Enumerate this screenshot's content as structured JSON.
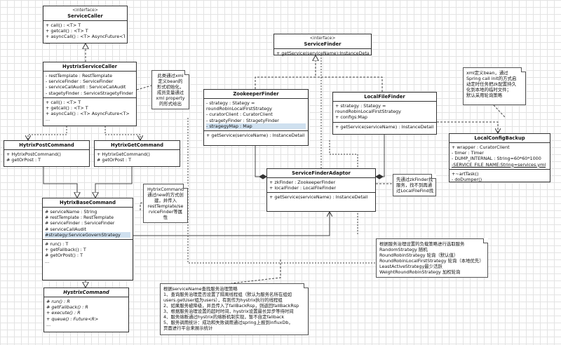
{
  "service_caller": {
    "stereotype": "<interface>",
    "name": "ServiceCaller",
    "methods": [
      "+ call() : <T> T",
      "+ getcall() : <T> T",
      "+ asyncCall() : <T> AsyncFuture<T>"
    ],
    "extra": "..."
  },
  "hystrix_service_caller": {
    "name": "HystrixServiceCaller",
    "fields": [
      "- restTemplate : RestTemplate",
      "- serviceFinder : ServiceFinder",
      "- serviceCallAudit : ServiceCallAudit",
      "- stagetyFinder : ServiceStragetyFinder"
    ],
    "methods": [
      "+ call() : <T> T",
      "+ getcall() : <T> T",
      "+ asyncCall() : <T> AsyncFuture<T>"
    ],
    "extra": "..."
  },
  "hystrix_post_command": {
    "name": "HytrixPostCommand",
    "methods": [
      "+ HytrixPostCommand()",
      "# getOrPost : T"
    ]
  },
  "hystrix_get_command": {
    "name": "HytrixGetCommand",
    "methods": [
      "+ HytrixGetCommand()",
      "# getOrPost : T"
    ]
  },
  "hystrix_base_command": {
    "name": "HytrixBaseCommand",
    "fields": [
      "# serviceName : String",
      "# restTemplate : RestTemplate",
      "# serviceFinder : ServiceFinder",
      "# serviceCallAudit",
      "#strategy:ServiceGovernStrategy"
    ],
    "methods": [
      "# run() : T",
      "+ getFallback() : T",
      "# getOrPost() : T"
    ],
    "extra": "..."
  },
  "hystrix_command": {
    "name": "HystrixCommand",
    "methods": [
      "# run() : R",
      "# getFallback() : R",
      "+ execute() : R",
      "+ queue() : Future<R>"
    ],
    "extra": "..."
  },
  "service_finder": {
    "stereotype": "<interface>",
    "name": "ServiceFinder",
    "methods": [
      "+ getService(serviceName):InstanceDetail"
    ]
  },
  "zookeeper_finder": {
    "name": "ZookeeperFinder",
    "fields": [
      "- strategy : Stategy =",
      "roundRobinLocalFirstStrategy",
      "- curatorClient : CuratorClient",
      "- stragetyFinder : StragetyFinder",
      "- stragegyMap : Map"
    ],
    "methods": [
      "+ getService(serviceName) : InstanceDetail"
    ]
  },
  "local_file_finder": {
    "name": "LocalFileFinder",
    "fields": [
      "+ strategy : Stategy =",
      "roundRobinLocalFirstStrategy",
      "+ configs:Map"
    ],
    "methods": [
      "+ getService(serviceName) : InstanceDetail"
    ]
  },
  "local_config_backup": {
    "name": "LocalConfigBackup",
    "fields": [
      "+ wrapper : CuratorClient",
      "- timer : Timer",
      "- DUMP_INTERNAL : String=60*60*1000",
      "-SERVICE_FILE_NAME:String=services.yml"
    ],
    "methods": [
      "+~artTask()",
      "- doDumper()"
    ]
  },
  "service_finder_adaptor": {
    "name": "ServiceFinderAdaptor",
    "fields": [
      "+ zkFinder : ZookeeperFinder",
      "+ localFinder : LocalFileFinder"
    ],
    "methods": [
      "+ getService(serviceName) : InstanceDetail"
    ]
  },
  "notes": {
    "xml_injection": [
      "此类通过xml",
      "定义bean的",
      "形式初始化，",
      "成员变量通过",
      "xml property",
      "的形式给出"
    ],
    "command_new": [
      "HytrixCommand",
      "通过new的方式创",
      "建，并传入",
      "restTemplate/se",
      "rviceFinder等属",
      "性"
    ],
    "xml_bean": [
      "xml定义bean，通过",
      "Spring call init的方式启",
      "动定时任务把zk配置持久",
      "化到本地的临时文件；",
      "默认采用轮询策略"
    ],
    "zk_first": [
      "先通过zkFinder找",
      "服务，找不到再通",
      "过LocalFileFind找"
    ],
    "strategy": [
      "根据服务治理设置的负载策略进行选取服务",
      "RandomStrategy  随机",
      "RoundRobinStrategy  轮询（默认值）",
      "RoundRobinLocalFirstStrategy 轮询（本地优先）",
      "LeastActiveStrategy最少活跃",
      "WeightRoundRobinStrategy 加权轮询"
    ],
    "governance": [
      "根据serviceName查找服务治理策略",
      "1、查询服务治理是否设置了隔离线程组（默认为服务名所在组如",
      "users.getUser组为users），有则作为hystrix执行的线程组",
      "2、如果服务被降级，并且传入了fallBackRsp，则返回fallBackRsp",
      "3、根据服务治理设置的超时时间，hystrix设置最长异步等待时间",
      "4、服务熔断通过hystrix的熔断机制实现，暂不自定fallback",
      "5、服务调用统计：成功和失败调用通过spring上报到influxDb，",
      "页面进行平台来展示统计"
    ]
  }
}
